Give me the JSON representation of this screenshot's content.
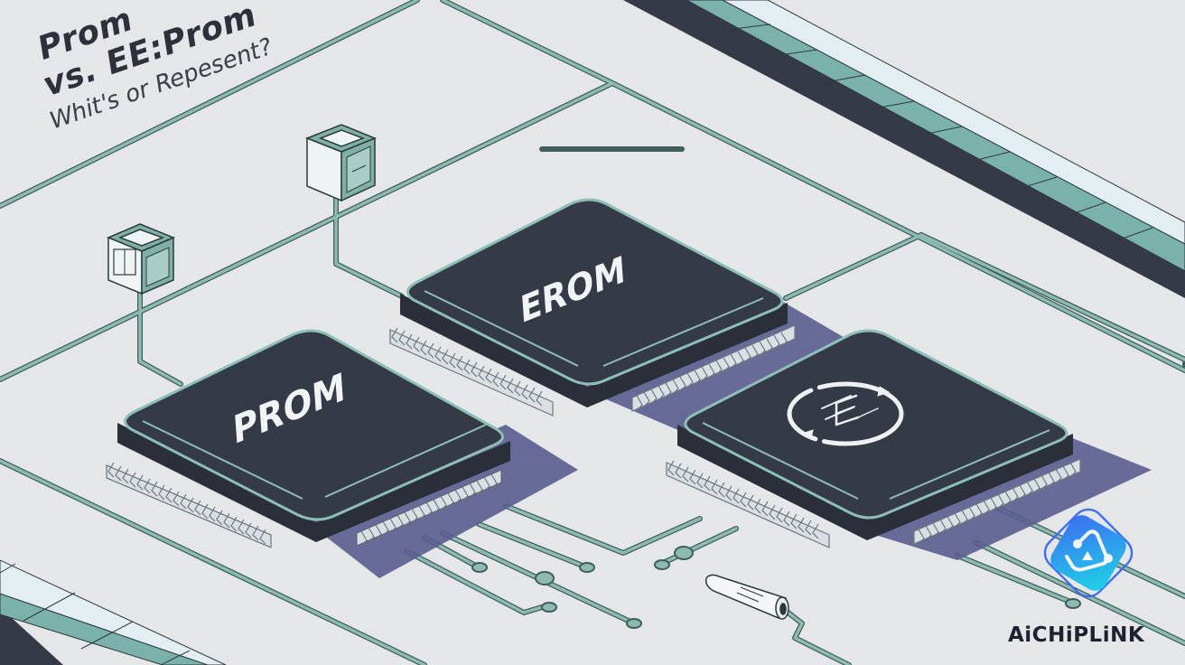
{
  "title": {
    "line1": "Prom",
    "line2": "vs. EE:Prom",
    "subtitle": "Whit's or Repesent?"
  },
  "chips": [
    {
      "id": "prom",
      "label": "PROM",
      "marking_type": "text"
    },
    {
      "id": "erom",
      "label": "EROM",
      "marking_type": "text"
    },
    {
      "id": "eeprom",
      "label": "",
      "marking_type": "icon",
      "icon": "cycle-e-icon"
    }
  ],
  "modules": [
    {
      "id": "sensor-module-left",
      "icon": "cube-module-icon"
    },
    {
      "id": "sensor-module-top",
      "icon": "cube-module-icon"
    }
  ],
  "components": [
    {
      "id": "capacitor",
      "icon": "cylinder-component-icon"
    }
  ],
  "brand": {
    "name": "AiCHiPLiNK",
    "logo_icon": "a-circuit-logo-icon"
  },
  "colors": {
    "background": "#e4e6e8",
    "chip_body": "#353a47",
    "chip_edge": "#8dbfb7",
    "chip_text": "#f2f3f5",
    "trace": "#7fa9a0",
    "trace_outline": "#3f5f58",
    "shadow": "#5a5d8f",
    "pin": "#d9dfe3",
    "rail_dark": "#353a47",
    "rail_teal": "#7ab2ab",
    "rail_light": "#e3eef3",
    "title": "#2d313b",
    "logo_gradient_start": "#3d6cf2",
    "logo_gradient_end": "#1fd6e6"
  }
}
